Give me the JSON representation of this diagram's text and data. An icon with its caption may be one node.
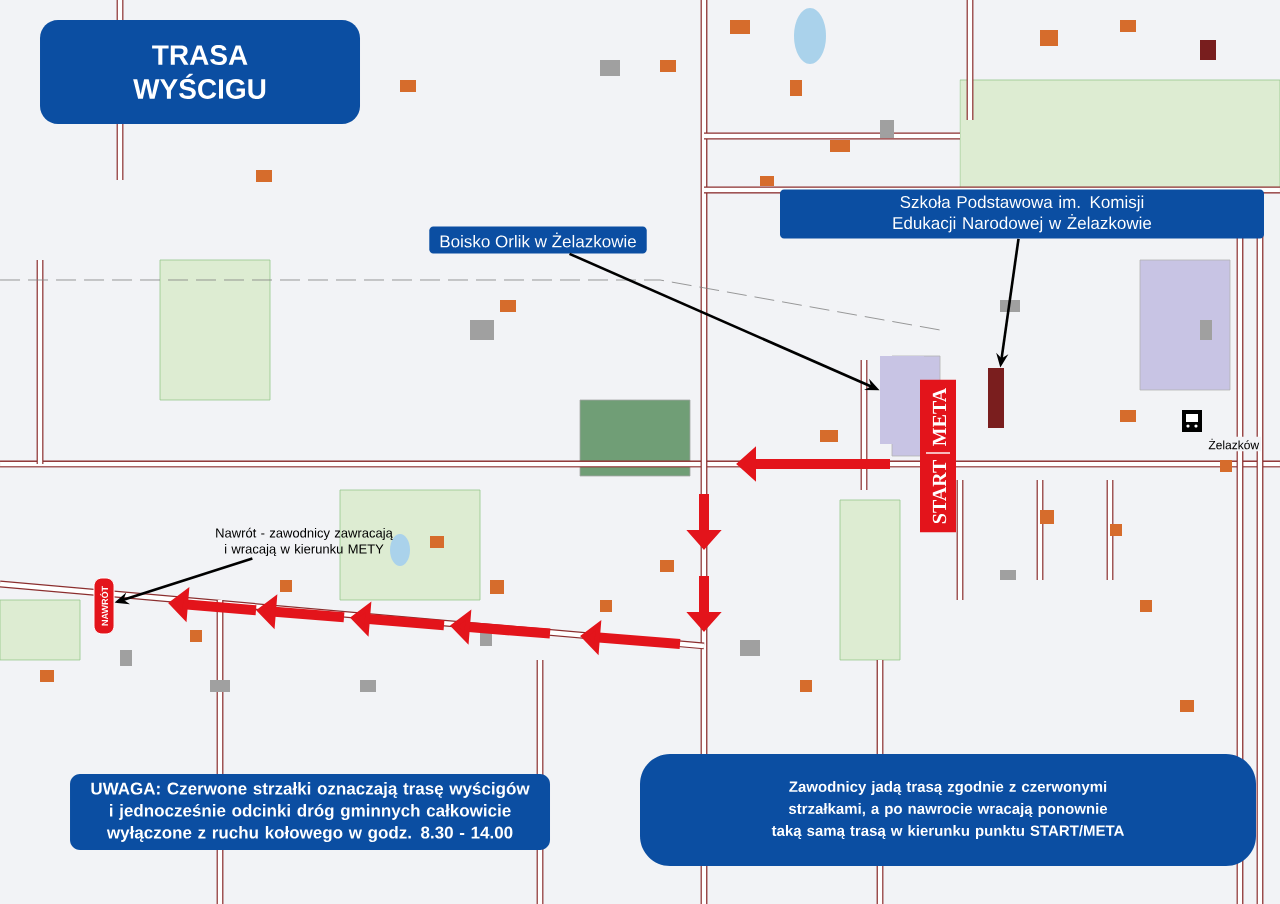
{
  "diagram": {
    "title": "TRASA WYŚCIGU",
    "nodes": [
      {
        "text": [
          "Boisko Orlik w Żelazkowie"
        ]
      },
      {
        "text": [
          "Szkoła Podstawowa im. Komisji Edukacji Narodowej w Żelazkowie"
        ]
      },
      {
        "text": [],
        "shape": "box"
      },
      {
        "text": [],
        "shape": "box"
      },
      {
        "text": [
          "START",
          "META"
        ]
      },
      {
        "text": [
          "Nawrót - zawodnicy zawracają i wracają w kierunku METY"
        ]
      },
      {
        "text": [
          "NAWRÓT"
        ]
      },
      {
        "text": [
          "UWAGA: Czerwone strzałki oznaczają trasę wyścigów i jednocześnie odcinki dróg gminnych całkowicie wyłączone z ruchu kołowego w godz. 8.30 - 14.00"
        ]
      },
      {
        "text": [
          "Zawodnicy jadą trasą zgodnie z czerwonymi strzałkami, a po nawrocie wracają ponownie taką samą trasą w kierunku punktu START/META"
        ]
      }
    ],
    "edges": [
      {
        "from": 0,
        "to": 2,
        "arrow": "to"
      },
      {
        "from": 1,
        "to": 3,
        "arrow": "to"
      },
      {
        "from": 5,
        "to": 6,
        "arrow": "to"
      }
    ],
    "labels": [
      "Żelazków"
    ]
  }
}
